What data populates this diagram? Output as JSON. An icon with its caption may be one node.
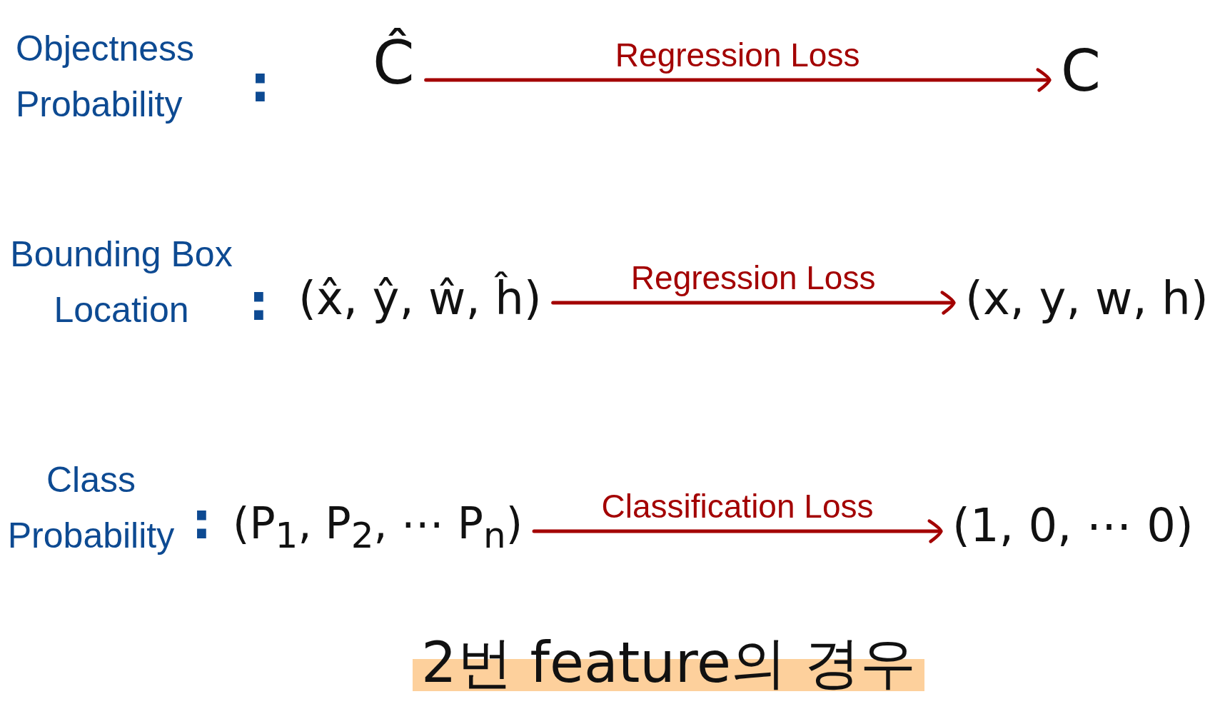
{
  "diagram": {
    "caption": "2번 feature의 경우",
    "nodes": [
      {
        "text": [
          "Ĉ"
        ]
      },
      {
        "text": [
          "C"
        ]
      },
      {
        "text": [
          "(x̂, ŷ, ŵ, ĥ)"
        ]
      },
      {
        "text": [
          "(x, y, w, h)"
        ]
      },
      {
        "text": [
          "(P$_{1}$, P$_{2}$, ⋯ P$_{n}$)"
        ]
      },
      {
        "text": [
          "(1, 0, ⋯ 0)"
        ]
      }
    ],
    "edges": [
      {
        "from": 0,
        "to": 1,
        "arrow": "to",
        "label": "Regression Loss"
      },
      {
        "from": 2,
        "to": 3,
        "arrow": "to",
        "label": "Regression Loss"
      },
      {
        "from": 4,
        "to": 5,
        "arrow": "to",
        "label": "Classification Loss"
      }
    ],
    "labels": [
      "Objectness Probability",
      ":",
      "Bounding Box Location",
      ":",
      "Class Probability",
      ":"
    ]
  }
}
